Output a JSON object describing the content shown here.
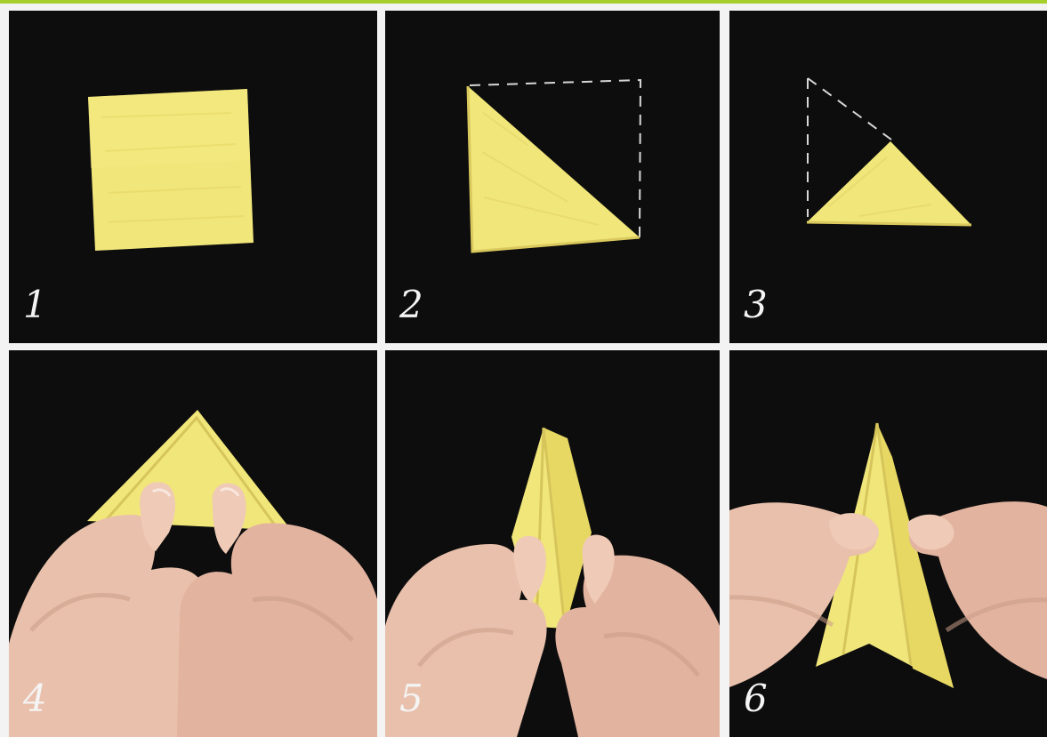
{
  "steps": [
    {
      "number": "1",
      "icon": "square-paper"
    },
    {
      "number": "2",
      "icon": "diagonal-fold"
    },
    {
      "number": "3",
      "icon": "second-triangle-fold"
    },
    {
      "number": "4",
      "icon": "hands-holding-triangle"
    },
    {
      "number": "5",
      "icon": "hands-folding-cone"
    },
    {
      "number": "6",
      "icon": "hands-holding-spike"
    }
  ],
  "colors": {
    "paper": "#f1e67a",
    "paper_shadow": "#dac95d",
    "background": "#0d0d0d",
    "frame": "#f3f3f3",
    "accent_rule": "#a6cf2d",
    "skin": "#e9c0ab",
    "skin_shadow": "#c99d89"
  }
}
